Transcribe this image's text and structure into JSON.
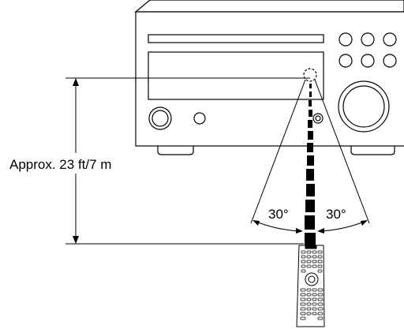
{
  "distance": {
    "label": "Approx. 23 ft/7 m"
  },
  "angles": {
    "left": "30°",
    "right": "30°"
  },
  "colors": {
    "line": "#000000",
    "background": "#ffffff",
    "knob_fill": "#ffffff"
  },
  "icons": {
    "receiver": "stereo-receiver-icon",
    "remote": "remote-control-icon"
  }
}
